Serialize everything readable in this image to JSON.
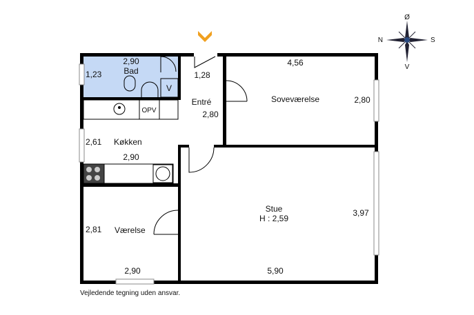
{
  "rooms": {
    "bad": {
      "name": "Bad",
      "width": "2,90",
      "depth": "1,23"
    },
    "entre": {
      "name": "Entré",
      "width": "1,28",
      "depth": "2,80"
    },
    "sovevaerelse": {
      "name": "Soveværelse",
      "width": "4,56",
      "depth": "2,80"
    },
    "kokken": {
      "name": "Køkken",
      "width": "2,90",
      "depth": "2,61"
    },
    "stue": {
      "name": "Stue",
      "height": "H : 2,59",
      "width": "5,90",
      "depth": "3,97"
    },
    "vaerelse": {
      "name": "Værelse",
      "width": "2,90",
      "depth": "2,81"
    }
  },
  "fixtures": {
    "opv": "OPV",
    "v": "V"
  },
  "compass": {
    "north": "N",
    "south": "S",
    "east": "Ø",
    "west": "V"
  },
  "footer": "Vejledende tegning uden ansvar.",
  "colors": {
    "bath": "#c5d9f5",
    "entry_arrow": "#f0a020",
    "wall": "#000000"
  }
}
